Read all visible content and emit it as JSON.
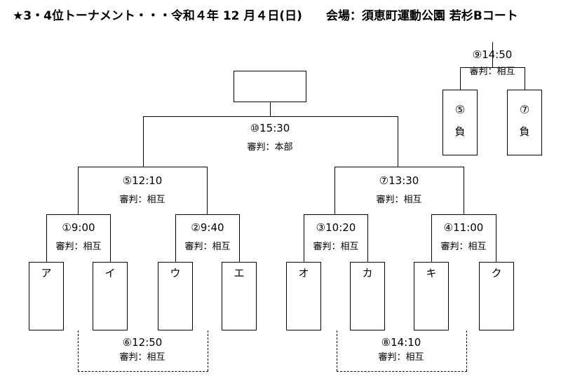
{
  "title": "★3・4位トーナメント・・・令和４年 12 月４日(日)　　会場：須恵町運動公園 若杉Bコート",
  "winner_box": "",
  "matches": {
    "m1": {
      "time": "①9:00",
      "referee": "審判：相互"
    },
    "m2": {
      "time": "②9:40",
      "referee": "審判：相互"
    },
    "m3": {
      "time": "③10:20",
      "referee": "審判：相互"
    },
    "m4": {
      "time": "④11:00",
      "referee": "審判：相互"
    },
    "m5": {
      "time": "⑤12:10",
      "referee": "審判：相互"
    },
    "m6": {
      "time": "⑥12:50",
      "referee": "審判：相互"
    },
    "m7": {
      "time": "⑦13:30",
      "referee": "審判：相互"
    },
    "m8": {
      "time": "⑧14:10",
      "referee": "審判：相互"
    },
    "m9": {
      "time": "⑨14:50",
      "referee": "審判：相互"
    },
    "m10": {
      "time": "⑩15:30",
      "referee": "審判：本部"
    }
  },
  "teams": [
    "ア",
    "イ",
    "ウ",
    "エ",
    "オ",
    "カ",
    "キ",
    "ク"
  ],
  "placement": {
    "left": {
      "line1": "⑤",
      "line2": "負"
    },
    "right": {
      "line1": "⑦",
      "line2": "負"
    }
  }
}
